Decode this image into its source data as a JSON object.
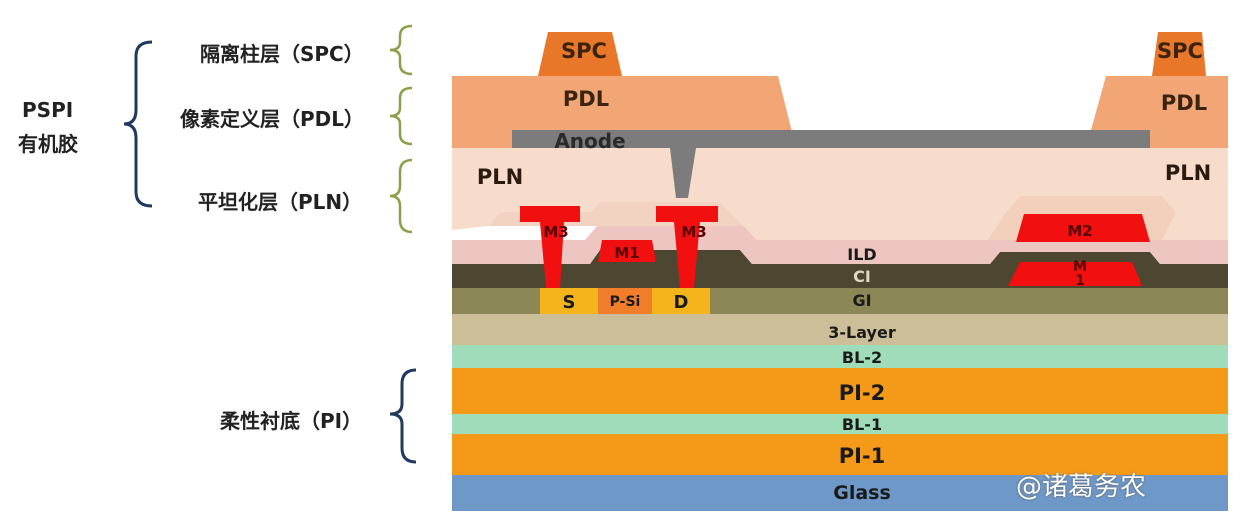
{
  "left_labels": {
    "group": "PSPI",
    "group_sub": "有机胶",
    "spc": "隔离柱层（SPC）",
    "pdl": "像素定义层（PDL）",
    "pln": "平坦化层（PLN）",
    "pi": "柔性衬底（PI）"
  },
  "layers": {
    "spc_left": "SPC",
    "spc_right": "SPC",
    "pdl_left": "PDL",
    "pdl_right": "PDL",
    "anode": "Anode",
    "pln_left": "PLN",
    "pln_right": "PLN",
    "m3_left": "M3",
    "m3_right": "M3",
    "m1_left": "M1",
    "m2": "M2",
    "m1_right_line1": "M",
    "m1_right_line2": "1",
    "ild": "ILD",
    "ci": "CI",
    "gi": "GI",
    "source": "S",
    "psi": "P-Si",
    "drain": "D",
    "three_layer": "3-Layer",
    "bl2": "BL-2",
    "pi2": "PI-2",
    "bl1": "BL-1",
    "pi1": "PI-1",
    "glass": "Glass"
  },
  "watermark": "@诸葛务农",
  "colors": {
    "spc": "#e8772a",
    "pdl": "#f2a676",
    "anode": "#7c7c7c",
    "pln": "#f7dccb",
    "ild": "#edc6c2",
    "ci": "#4d4630",
    "gi": "#8b8757",
    "three_layer": "#cbbe98",
    "bl": "#9fdcb9",
    "pi": "#f59a18",
    "glass": "#6e98c8",
    "metal": "#f20f0f",
    "sd": "#f5b31c",
    "psi": "#ef7d2a",
    "bracket": "#1f3a5c",
    "bracket_light": "#8aa04a"
  }
}
